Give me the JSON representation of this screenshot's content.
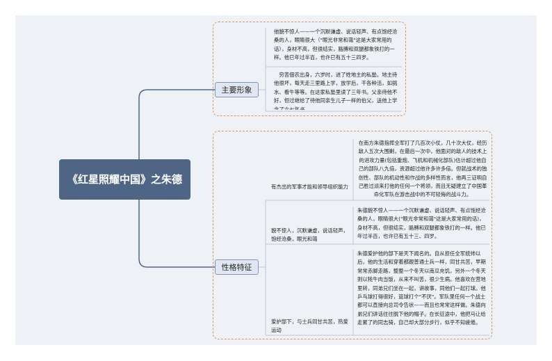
{
  "root": {
    "title": "《红星照耀中国》之朱德"
  },
  "branches": [
    {
      "label": "主要形象",
      "items": [
        "他貌不惊人——一个沉默谦虚、说话轻声、有点饱经沧桑的人，眼睛很大（\"眼光非常和蔼\"这是大家常用的话），身材不高，但很结实，胳膊和双腿都象铁打的一样。他已年过半百，也许已有五十三四岁。",
        "穷苦佃农出身，六岁时，进了姓地主的私塾。地主待他很坏，每天走三里路上学，放学后，干各种活，如挑水、看牛等等。在这家私塾里读了三年书。父亲待他不好，但过继给了待他同亲生儿子一样的伯父，送他上学念了六七年书。"
      ]
    },
    {
      "label": "性格特征",
      "items": [
        {
          "label": "有杰出的军事才能和领导组织能力",
          "text": "在南方朱德指挥全军打了几百次小仗，几十次大仗，经历敌人五次大围剿，在最后一次中，他面对的敌人的技术上的进攻力量(包括重炮、飞机和机械化部队)估计超过他自己的部队八九倍，资源超过他许多许多倍。但就战术的独创性、部队的机动性和作战的多样性而言，他再三证明自己胜过派来打他的任何一个将领，而且无疑建立了中国革命化军队在游击战中的不可轻侮的战斗力。"
        },
        {
          "label": "貌不惊人，沉默谦虚，说话轻声，饱经沧桑，眼光和蔼",
          "text": "朱德貌不惊人——一个沉默谦虚、说话轻声、有点饱经沧桑的人，眼睛很大(\"眼光非常和蔼\"这是大家常用的话)，身材不高，但很结实，胳膊和双腿都象铁打的一样。他已年过半百，也许已有五十三、四岁。"
        },
        {
          "label": "爱护部下，与士兵同甘共苦，热爱运动",
          "text": "朱德爱护他的部下是天下闻名的。自从担任全军统帅以后，他的生活和穿着都跟普通士兵一样，同甘共苦，早期常常赤脚走路，整整一个冬天以南瓜充饥，另外一个冬天则以牦牛肉当饭，从来不叫苦，很少生病。他喜欢在营地里转，同弟兄们坐在一起，讲故事，同他们一起打球。他乒乓球打得很好，篮球打个\"不厌\"。军队里任何一个战士都可以直接向总司令告状——而且也常常这样做。朱德向弟兄们讲话往往脱下他的帽子。在长征途中，他把马让给走累了的同志骑，自己却大部分步行，似乎不知疲倦。"
        }
      ]
    }
  ]
}
